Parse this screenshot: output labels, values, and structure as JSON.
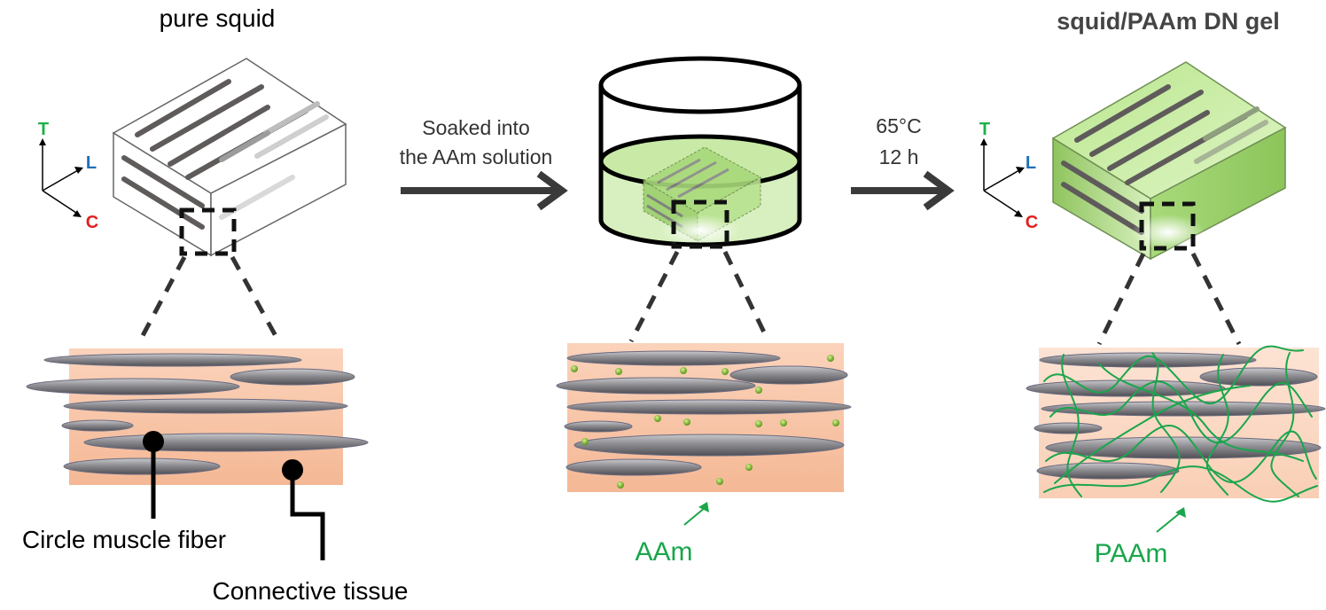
{
  "titles": {
    "left": "pure squid",
    "right": "squid/PAAm DN gel"
  },
  "axes": {
    "t": "T",
    "l": "L",
    "c": "C"
  },
  "steps": {
    "step1_line1": "Soaked into",
    "step1_line2": "the AAm solution",
    "step2_line1": "65°C",
    "step2_line2": "12 h"
  },
  "labels": {
    "circle_muscle_fiber": "Circle muscle fiber",
    "connective_tissue": "Connective tissue",
    "aam": "AAm",
    "paam": "PAAm"
  },
  "colors": {
    "axis_t": "#1db04a",
    "axis_l": "#1f6fb8",
    "axis_c": "#e02020",
    "monomer_green": "#1aa64b",
    "tissue_peach": "#f7c3a3",
    "gel_green": "#c5ec9c"
  }
}
